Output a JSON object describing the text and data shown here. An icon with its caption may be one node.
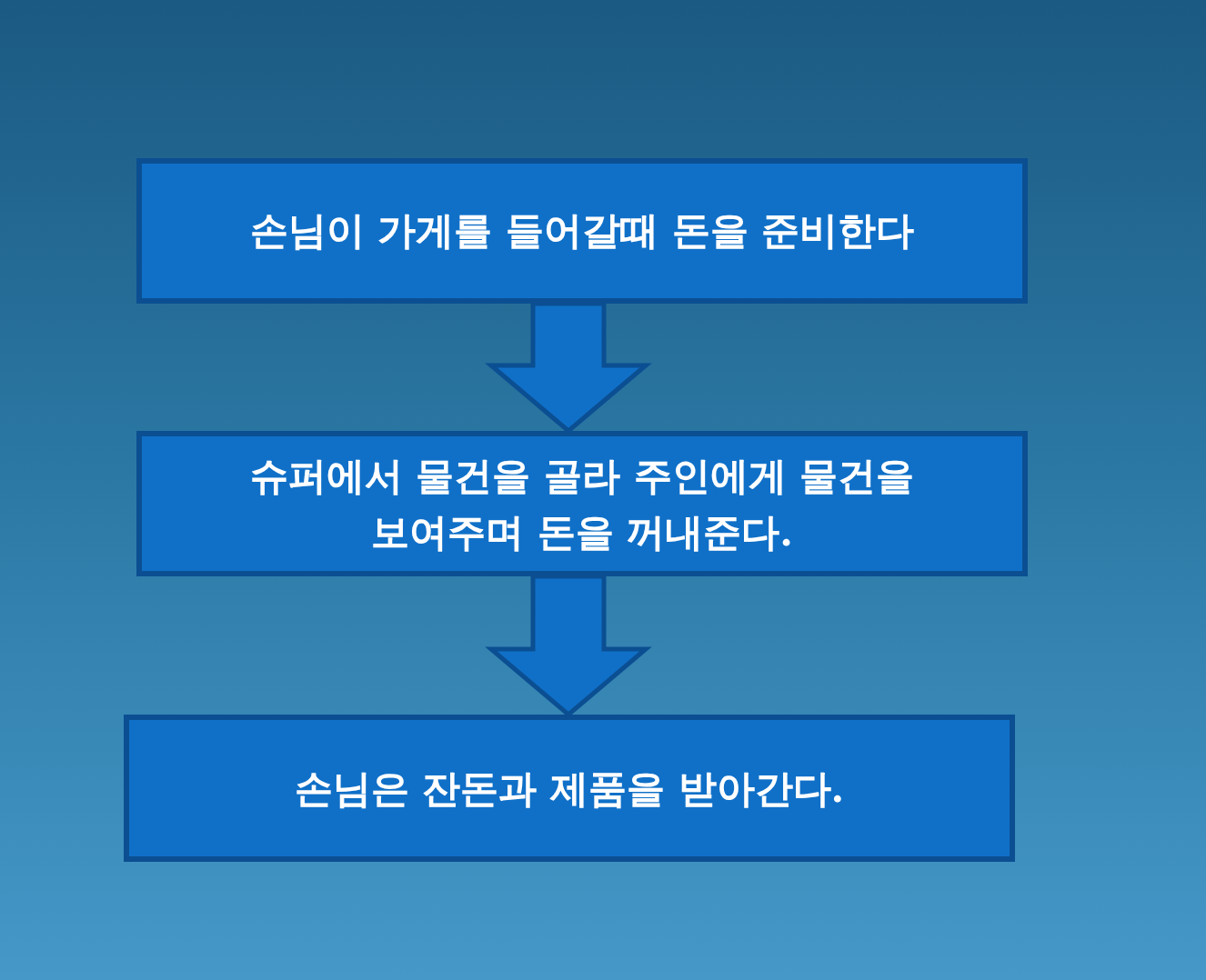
{
  "diagram": {
    "nodes": [
      {
        "text": [
          "손님이 가게를 들어갈때 돈을 준비한다"
        ]
      },
      {
        "text": [
          "슈퍼에서 물건을 골라 주인에게 물건을 보여주며 돈을 꺼내준다."
        ]
      },
      {
        "text": [
          "손님은 잔돈과 제품을 받아간다."
        ]
      }
    ],
    "edges": [
      {
        "from": 0,
        "to": 1,
        "arrow": "to",
        "style": "thick"
      },
      {
        "from": 1,
        "to": 2,
        "arrow": "to",
        "style": "thick"
      }
    ]
  }
}
